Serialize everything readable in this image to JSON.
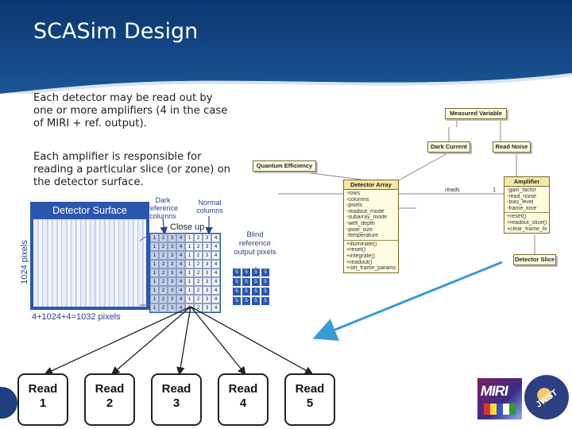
{
  "slide": {
    "title": "SCASim Design",
    "paragraphs": [
      "Each detector may be read out by one or more amplifiers (4 in the case of MIRI + ref. output).",
      "Each amplifier is responsible for reading a particular slice (or zone) on the detector surface."
    ]
  },
  "detector": {
    "title": "Detector Surface",
    "side_label": "1024 pixels",
    "bottom_label": "4+1024+4=1032 pixels",
    "dark_label": "Dark reference columns",
    "normal_label": "Normal columns",
    "closeup_label": "Close up",
    "blind_label": "Blind reference output pixels",
    "closeup_rows": [
      [
        "1",
        "2",
        "3",
        "4",
        "1",
        "2",
        "3",
        "4"
      ],
      [
        "1",
        "2",
        "3",
        "4",
        "1",
        "2",
        "3",
        "4"
      ],
      [
        "1",
        "2",
        "3",
        "4",
        "1",
        "2",
        "3",
        "4"
      ],
      [
        "1",
        "2",
        "3",
        "4",
        "1",
        "2",
        "3",
        "4"
      ],
      [
        "1",
        "2",
        "3",
        "4",
        "1",
        "2",
        "3",
        "4"
      ],
      [
        "1",
        "2",
        "3",
        "4",
        "1",
        "2",
        "3",
        "4"
      ],
      [
        "1",
        "2",
        "3",
        "4",
        "1",
        "2",
        "3",
        "4"
      ],
      [
        "1",
        "2",
        "3",
        "4",
        "1",
        "2",
        "3",
        "4"
      ],
      [
        "1",
        "2",
        "3",
        "4",
        "1",
        "2",
        "3",
        "4"
      ]
    ],
    "blind_rows": [
      [
        "5",
        "5",
        "5",
        "5"
      ],
      [
        "5",
        "5",
        "5",
        "5"
      ],
      [
        "5",
        "5",
        "5",
        "5"
      ],
      [
        "5",
        "5",
        "5",
        "5"
      ]
    ]
  },
  "uml": {
    "measured_variable": "Measured Variable",
    "dark_current": "Dark Current",
    "read_noise": "Read Noise",
    "quantum_efficiency": "Quantum Efficiency",
    "detector_array": {
      "title": "Detector Array",
      "attrs": [
        "-rows",
        "-columns",
        "-pixels",
        "-readout_mode",
        "-subarray_mode",
        "-well_depth",
        "-pixel_size",
        "-temperature"
      ],
      "ops": [
        "+illuminate()",
        "+reset()",
        "+integrate()",
        "+readout()",
        "+set_frame_params_read()"
      ]
    },
    "amplifier": {
      "title": "Amplifier",
      "attrs": [
        "-gain_factor",
        "-read_noise",
        "-bias_level",
        "-frame_time"
      ],
      "ops": [
        "+reset()",
        "+readout_slice()",
        "+clear_frame_buffer()"
      ]
    },
    "detector_slice": "Detector Slice",
    "reads_label": "reads",
    "mult_label": "1"
  },
  "reads": [
    {
      "label": "Read",
      "num": "1"
    },
    {
      "label": "Read",
      "num": "2"
    },
    {
      "label": "Read",
      "num": "3"
    },
    {
      "label": "Read",
      "num": "4"
    },
    {
      "label": "Read",
      "num": "5"
    }
  ],
  "logos": {
    "miri": "MIRI",
    "jwst": "JWST"
  },
  "colors": {
    "header": "#0d3d7a",
    "detector_blue": "#2b56b0",
    "arrow": "#3a9ad9"
  }
}
